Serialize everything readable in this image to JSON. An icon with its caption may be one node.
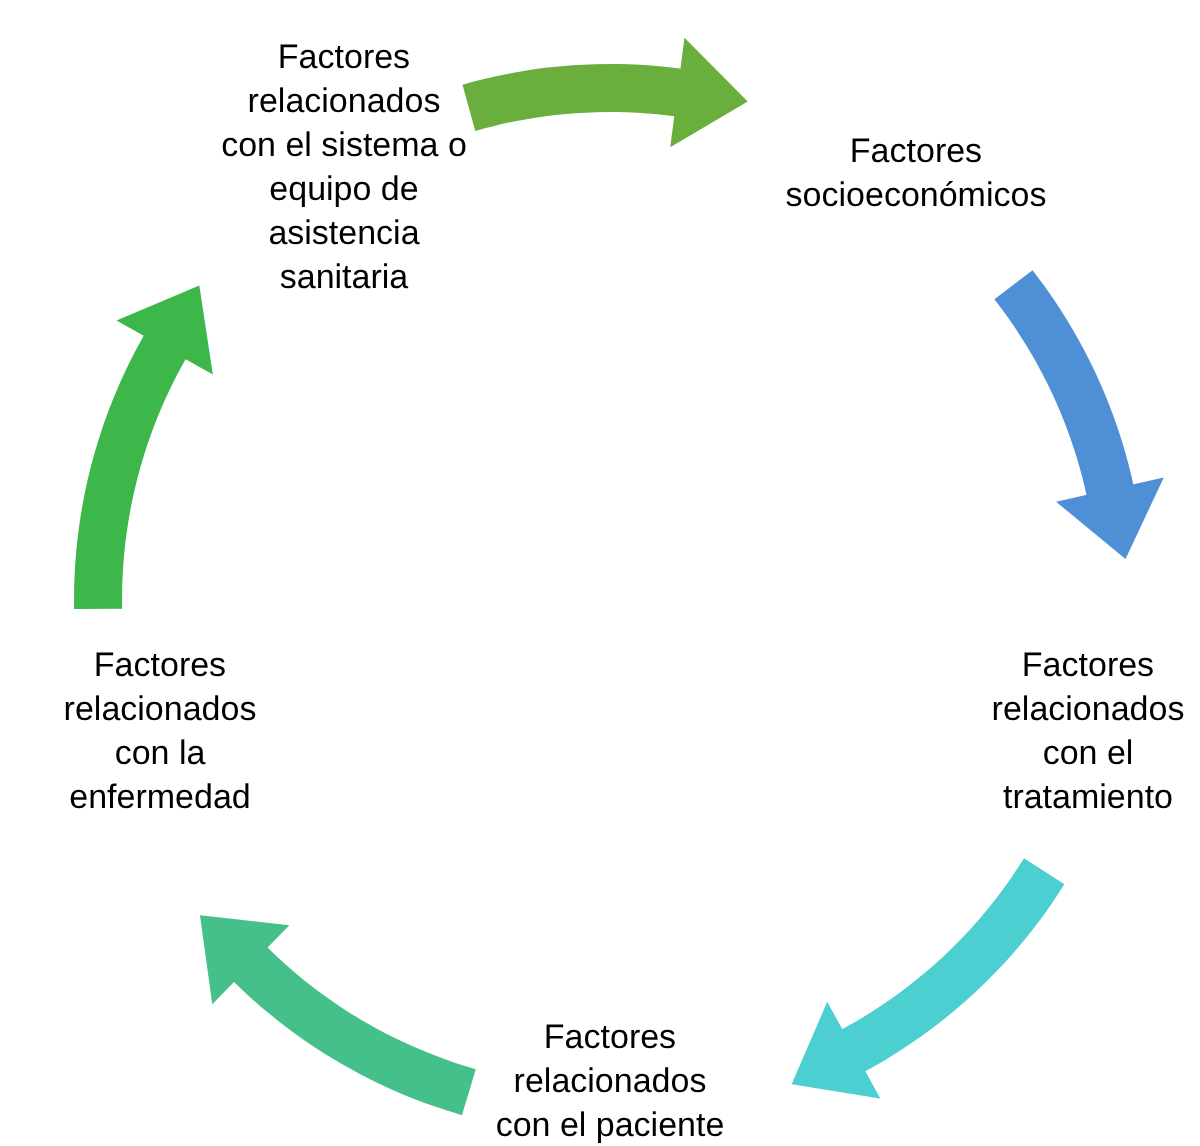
{
  "diagram": {
    "nodes": [
      {
        "text": [
          "Factores relacionados con el sistema o equipo de asistencia sanitaria"
        ]
      },
      {
        "text": [
          "Factores socioeconómicos"
        ]
      },
      {
        "text": [
          "Factores relacionados con el tratamiento"
        ]
      },
      {
        "text": [
          "Factores relacionados con el paciente"
        ]
      },
      {
        "text": [
          "Factores relacionados con la enfermedad"
        ]
      }
    ],
    "edges": [
      {
        "from": 0,
        "to": 1,
        "arrow": "to",
        "color": "#6aaf3d"
      },
      {
        "from": 1,
        "to": 2,
        "arrow": "to",
        "color": "#4f8fd6"
      },
      {
        "from": 2,
        "to": 3,
        "arrow": "to",
        "color": "#4ccfd0"
      },
      {
        "from": 3,
        "to": 4,
        "arrow": "to",
        "color": "#45c08a"
      },
      {
        "from": 4,
        "to": 0,
        "arrow": "to",
        "color": "#3db74a"
      }
    ]
  }
}
